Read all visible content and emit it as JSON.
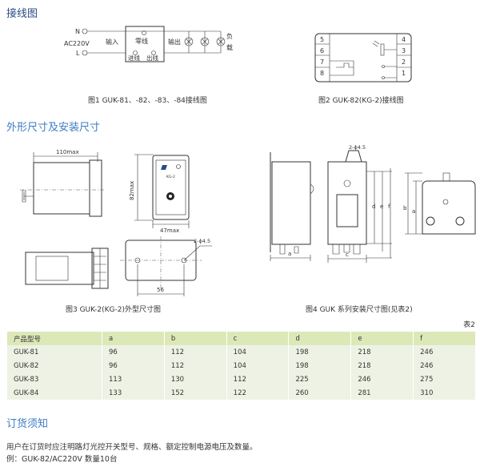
{
  "sections": {
    "wiring": "接线图",
    "dimensions": "外形尺寸及安装尺寸",
    "ordering": "订货须知"
  },
  "fig1": {
    "caption": "图1 GUK-81、-82、-83、-84接线图",
    "n": "N",
    "l": "L",
    "ac": "AC220V",
    "input": "输入",
    "neutral": "零线",
    "in_line": "进线",
    "out_line": "出线",
    "output": "输出",
    "load1": "负",
    "load2": "载"
  },
  "fig2": {
    "caption": "图2 GUK-82(KG-2)接线图",
    "left_pins": [
      "5",
      "6",
      "7",
      "8"
    ],
    "right_pins": [
      "4",
      "3",
      "2",
      "1"
    ]
  },
  "fig3": {
    "caption": "图3 GUK-2(KG-2)外型尺寸图",
    "w110": "110max",
    "h82": "82max",
    "w47": "47max",
    "hole": "2-ϕ4.5",
    "d56": "56",
    "label": "KG-2"
  },
  "fig4": {
    "caption": "图4 GUK 系列安装尺寸图(见表2)",
    "hole": "2-ϕ4.5",
    "a": "a",
    "b": "b",
    "c": "c",
    "d": "d",
    "e": "e",
    "f": "f"
  },
  "table": {
    "number": "表2",
    "headers": [
      "产品型号",
      "a",
      "b",
      "c",
      "d",
      "e",
      "f"
    ],
    "rows": [
      [
        "GUK-81",
        "96",
        "112",
        "104",
        "198",
        "218",
        "246"
      ],
      [
        "GUK-82",
        "96",
        "112",
        "104",
        "198",
        "218",
        "246"
      ],
      [
        "GUK-83",
        "113",
        "130",
        "112",
        "225",
        "246",
        "275"
      ],
      [
        "GUK-84",
        "133",
        "152",
        "122",
        "260",
        "281",
        "310"
      ]
    ]
  },
  "ordering": {
    "line1": "用户在订货时应注明路灯光控开关型号、规格、额定控制电源电压及数量。",
    "line2": "例：GUK-82/AC220V  数量10台"
  },
  "colors": {
    "heading": "#2b4a86",
    "heading_light": "#3b7cc4",
    "table_header": "#dde8b8",
    "table_row": "#eef2e4"
  }
}
